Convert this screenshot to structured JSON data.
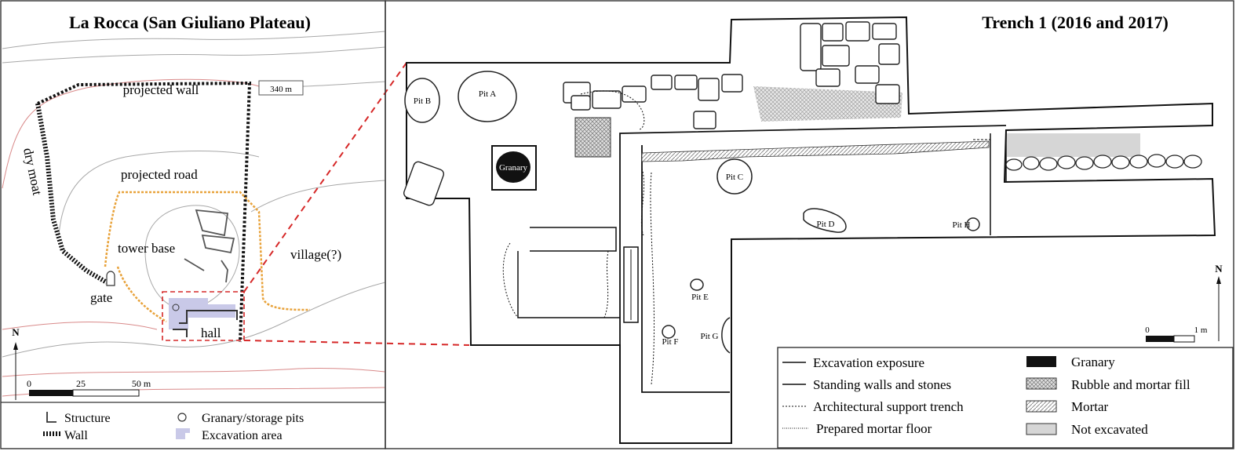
{
  "left_panel": {
    "title": "La Rocca (San Giuliano Plateau)",
    "labels": {
      "projected_wall": "projected wall",
      "elevation": "340 m",
      "dry_moat": "dry moat",
      "projected_road": "projected road",
      "tower_base": "tower base",
      "village": "village(?)",
      "gate": "gate",
      "hall": "hall"
    },
    "north": "N",
    "scale": {
      "ticks": [
        "0",
        "25",
        "50 m"
      ]
    },
    "legend": {
      "structure": "Structure",
      "wall": "Wall",
      "pits": "Granary/storage pits",
      "excavation": "Excavation area"
    }
  },
  "right_panel": {
    "title": "Trench 1 (2016 and 2017)",
    "pits": {
      "a": "Pit A",
      "b": "Pit B",
      "c": "Pit C",
      "d": "Pit D",
      "e": "Pit E",
      "f": "Pit F",
      "g": "Pit G",
      "h": "Pit H"
    },
    "granary": "Granary",
    "north": "N",
    "scale": {
      "ticks": [
        "0",
        "1 m"
      ]
    },
    "legend": {
      "excavation_exposure": "Excavation exposure",
      "standing_walls": "Standing walls and stones",
      "support_trench": "Architectural support trench",
      "mortar_floor": "Prepared mortar floor",
      "granary": "Granary",
      "rubble": "Rubble and mortar fill",
      "mortar": "Mortar",
      "not_excavated": "Not excavated"
    }
  },
  "colors": {
    "contour_gray": "#9a9a9a",
    "contour_red": "#d98a8a",
    "road_orange": "#e8a23a",
    "callout_red": "#d62828",
    "excavation_fill": "#c9c9e8"
  }
}
